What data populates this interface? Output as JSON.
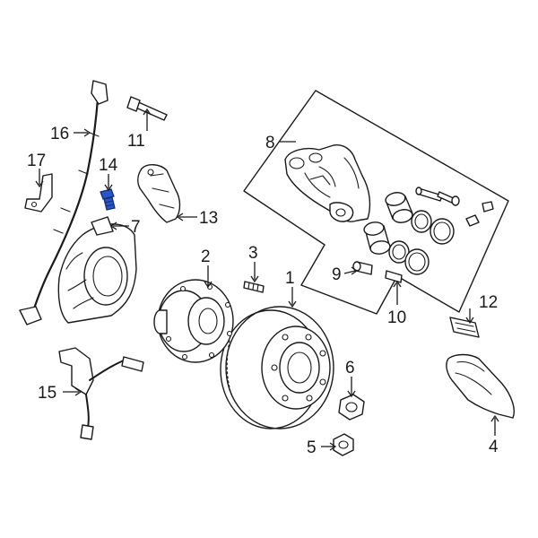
{
  "callouts": [
    {
      "id": "1",
      "label": "1"
    },
    {
      "id": "2",
      "label": "2"
    },
    {
      "id": "3",
      "label": "3"
    },
    {
      "id": "4",
      "label": "4"
    },
    {
      "id": "5",
      "label": "5"
    },
    {
      "id": "6",
      "label": "6"
    },
    {
      "id": "7",
      "label": "7"
    },
    {
      "id": "8",
      "label": "8"
    },
    {
      "id": "9",
      "label": "9"
    },
    {
      "id": "10",
      "label": "10"
    },
    {
      "id": "11",
      "label": "11"
    },
    {
      "id": "12",
      "label": "12"
    },
    {
      "id": "13",
      "label": "13"
    },
    {
      "id": "14",
      "label": "14"
    },
    {
      "id": "15",
      "label": "15"
    },
    {
      "id": "16",
      "label": "16"
    },
    {
      "id": "17",
      "label": "17"
    }
  ],
  "highlighted_part": "14",
  "colors": {
    "line": "#1a1a1a",
    "highlight": "#2a56c6",
    "background": "#ffffff"
  }
}
